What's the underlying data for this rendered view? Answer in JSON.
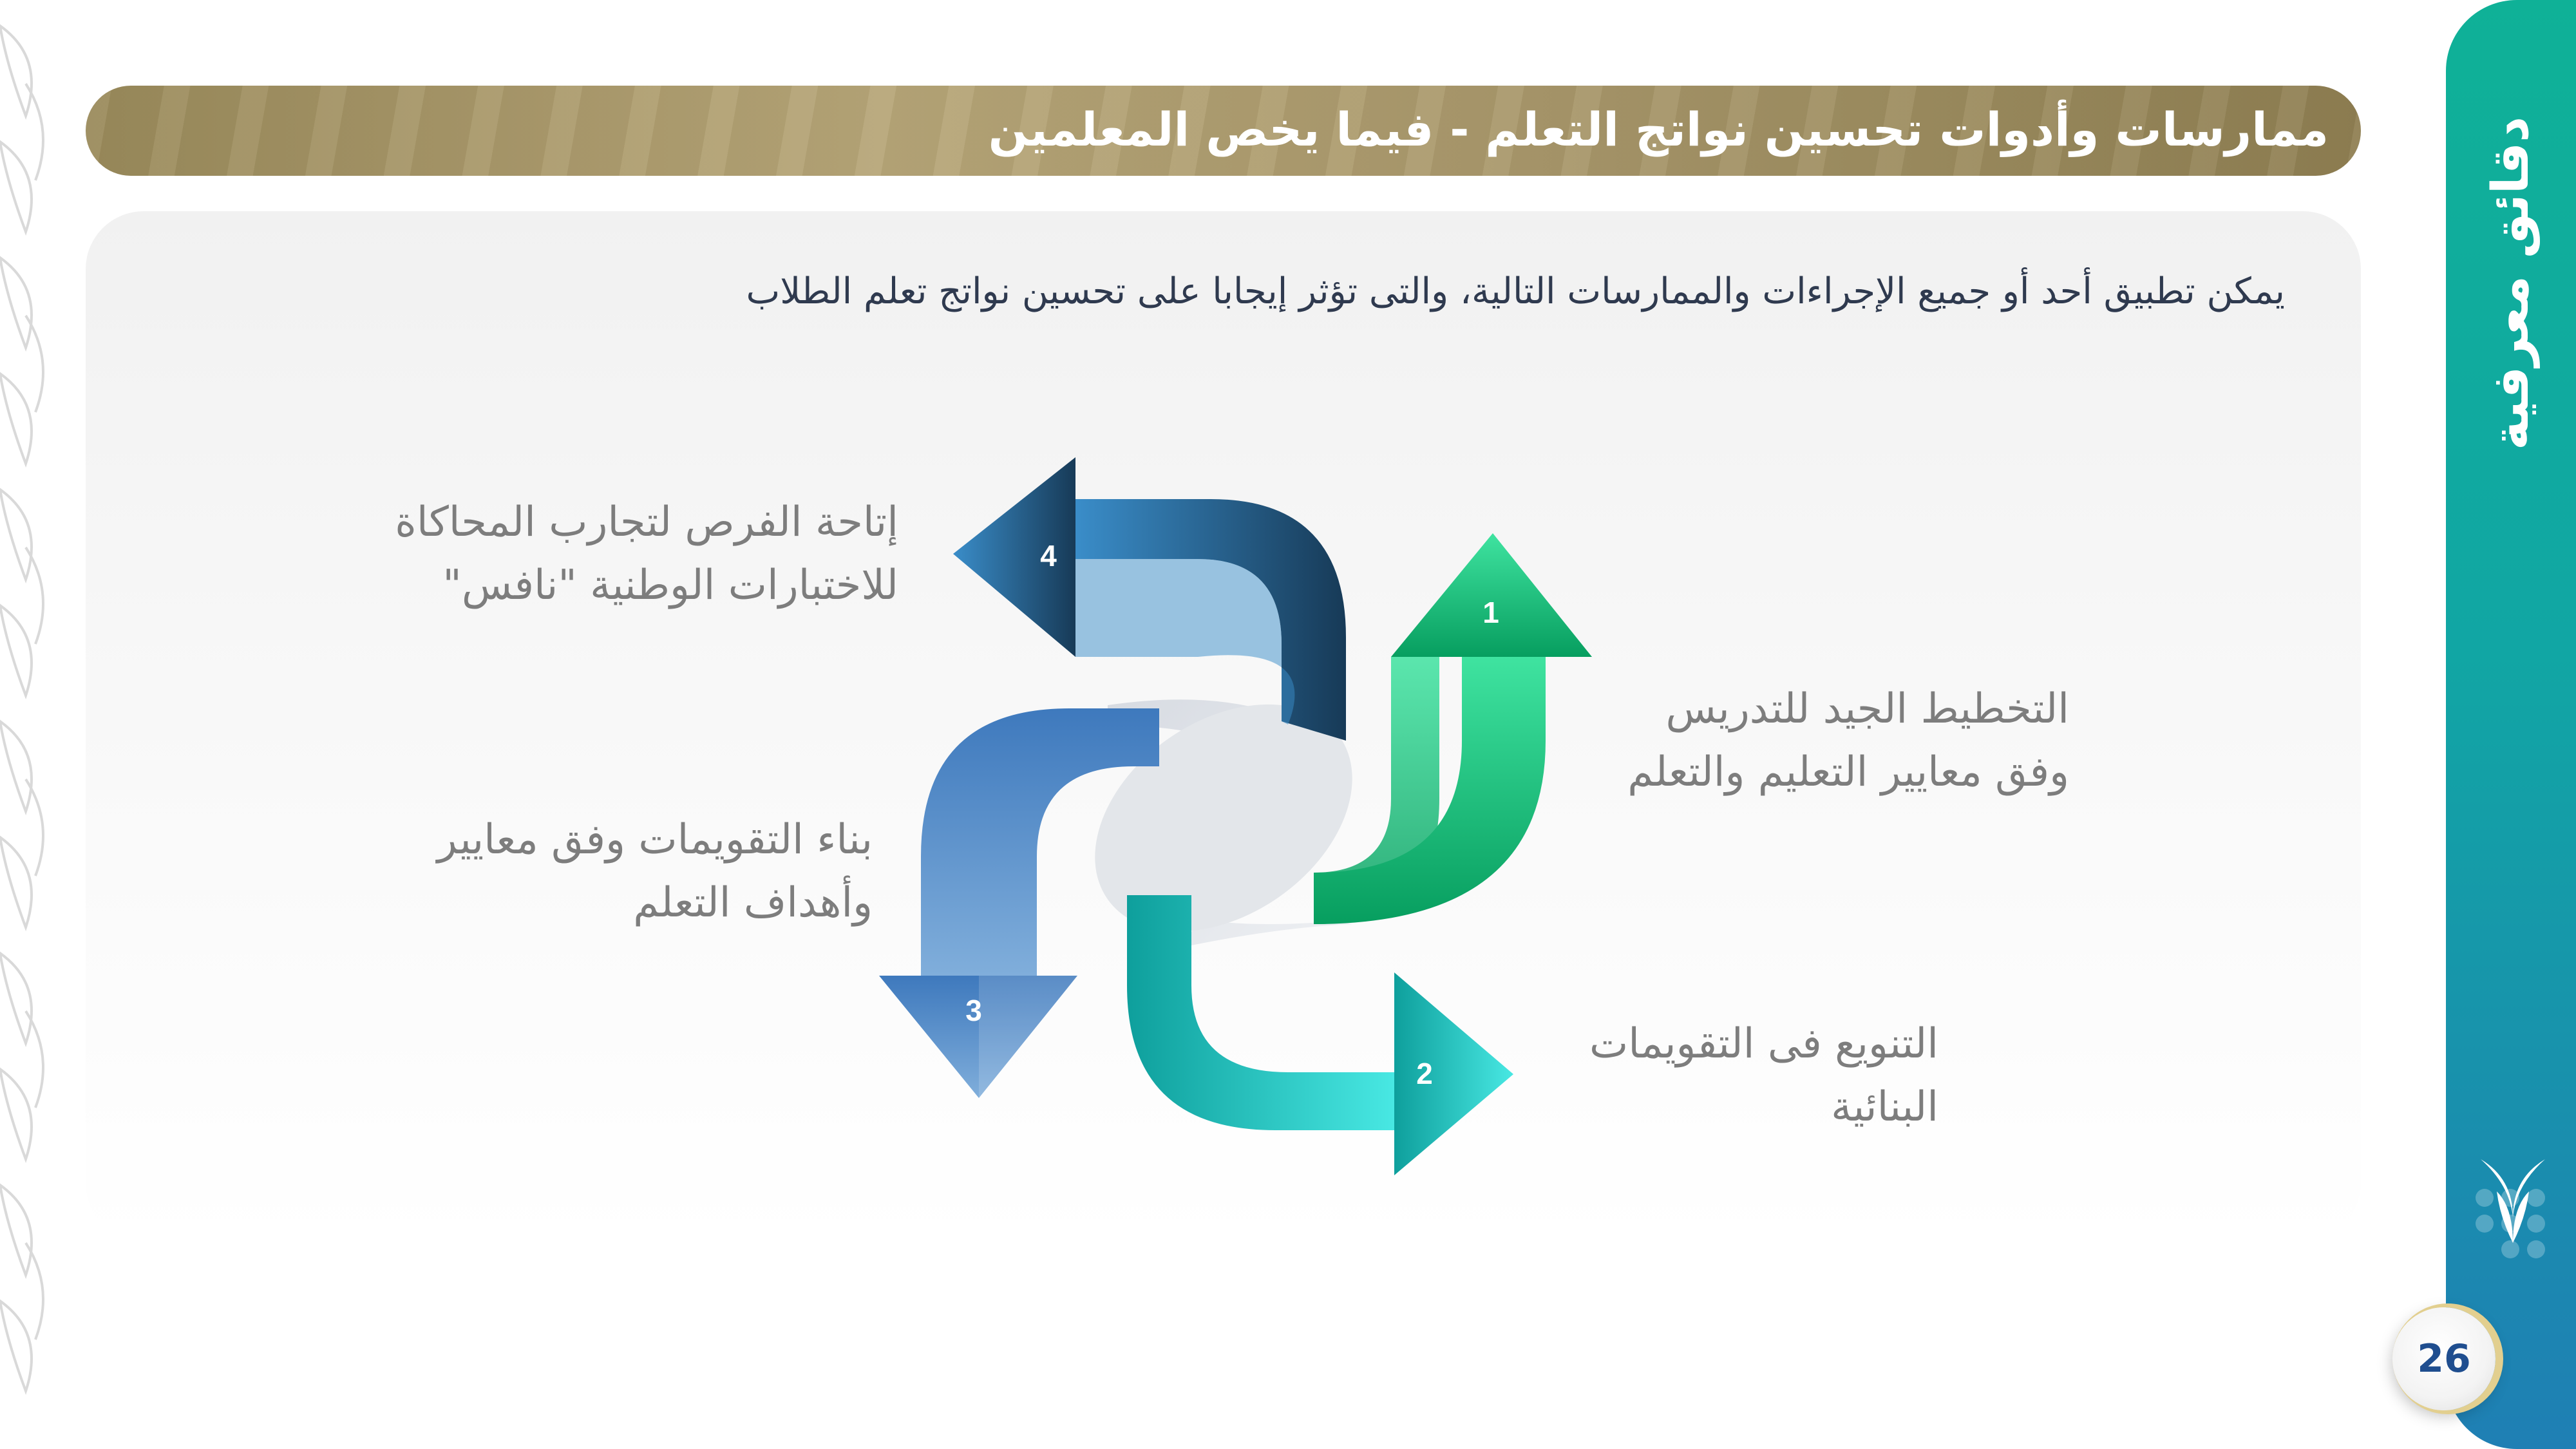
{
  "header": {
    "title": "ممارسات وأدوات تحسين نواتج التعلم - فيما يخص المعلمين"
  },
  "intro": "يمكن تطبيق أحد أو جميع الإجراءات والممارسات التالية، والتى تؤثر إيجابا على تحسين نواتج تعلم الطلاب",
  "steps": [
    {
      "number": "1",
      "line1": "التخطيط الجيد للتدريس",
      "line2": "وفق معايير التعليم والتعلم",
      "color": "#10a86a"
    },
    {
      "number": "2",
      "line1": "التنويع فى التقويمات",
      "line2": "البنائية",
      "color": "#14b6b0"
    },
    {
      "number": "3",
      "line1": "بناء التقويمات وفق معايير",
      "line2": "وأهداف التعلم",
      "color": "#4a82c4"
    },
    {
      "number": "4",
      "line1": "إتاحة الفرص لتجارب المحاكاة",
      "line2": "للاختبارات الوطنية \"نافس\"",
      "color": "#1b3f5f"
    }
  ],
  "sidebar": {
    "title": "دقائق معرفية",
    "logo_icon": "leaf-logo-icon"
  },
  "page_number": "26"
}
